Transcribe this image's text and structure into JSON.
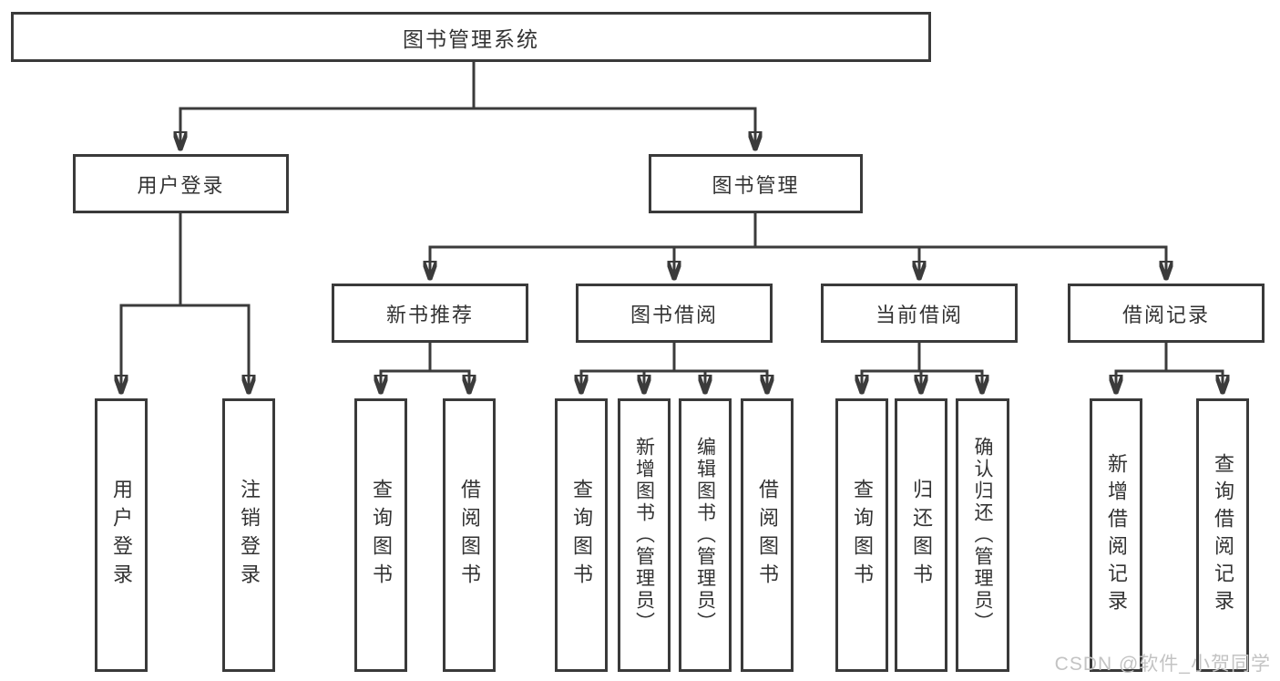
{
  "watermark": "CSDN @软件_小贺同学",
  "colors": {
    "line": "#3b3b3b",
    "box_border": "#3a3a3a",
    "text": "#333333",
    "watermark": "#c3c3c3",
    "background": "#ffffff"
  },
  "tree": {
    "root": "图书管理系统",
    "branches": [
      {
        "label": "用户登录",
        "children": [
          "用户登录",
          "注销登录"
        ]
      },
      {
        "label": "图书管理",
        "children": [
          {
            "label": "新书推荐",
            "children": [
              "查询图书",
              "借阅图书"
            ]
          },
          {
            "label": "图书借阅",
            "children": [
              "查询图书",
              "新增图书（管理员）",
              "编辑图书（管理员）",
              "借阅图书"
            ]
          },
          {
            "label": "当前借阅",
            "children": [
              "查询图书",
              "归还图书",
              "确认归还（管理员）"
            ]
          },
          {
            "label": "借阅记录",
            "children": [
              "新增借阅记录",
              "查询借阅记录"
            ]
          }
        ]
      }
    ]
  }
}
